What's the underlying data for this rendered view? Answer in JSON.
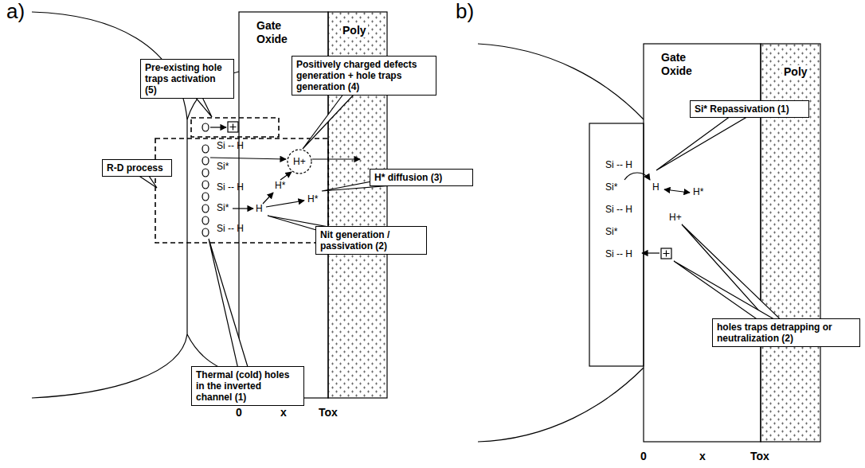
{
  "diagram": {
    "nodes": [
      {
        "text": [
          "Pre-existing hole traps activation (5)"
        ]
      },
      {
        "text": [
          "Positively charged defects generation + hole traps generation (4)"
        ]
      },
      {
        "text": [
          "R-D process"
        ]
      },
      {
        "text": [
          "H* diffusion (3)"
        ]
      },
      {
        "text": [
          "Nit generation / passivation (2)"
        ]
      },
      {
        "text": [
          "Thermal (cold) holes in the inverted channel (1)"
        ]
      },
      {
        "text": [
          "Si* Repassivation (1)"
        ]
      },
      {
        "text": [
          "holes traps detrapping or neutralization (2)"
        ]
      }
    ],
    "labels": [
      "a)",
      "b)",
      "Gate Oxide",
      "Poly",
      "Si -- H",
      "H+",
      "Si*",
      "Si -- H",
      "H*",
      "H",
      "Si*",
      "H*",
      "Si -- H",
      "0",
      "x",
      "Tox",
      "Gate Oxide",
      "Poly",
      "Si -- H",
      "Si*",
      "H",
      "H*",
      "Si -- H",
      "H+",
      "Si*",
      "Si -- H",
      "0",
      "x",
      "Tox"
    ]
  }
}
